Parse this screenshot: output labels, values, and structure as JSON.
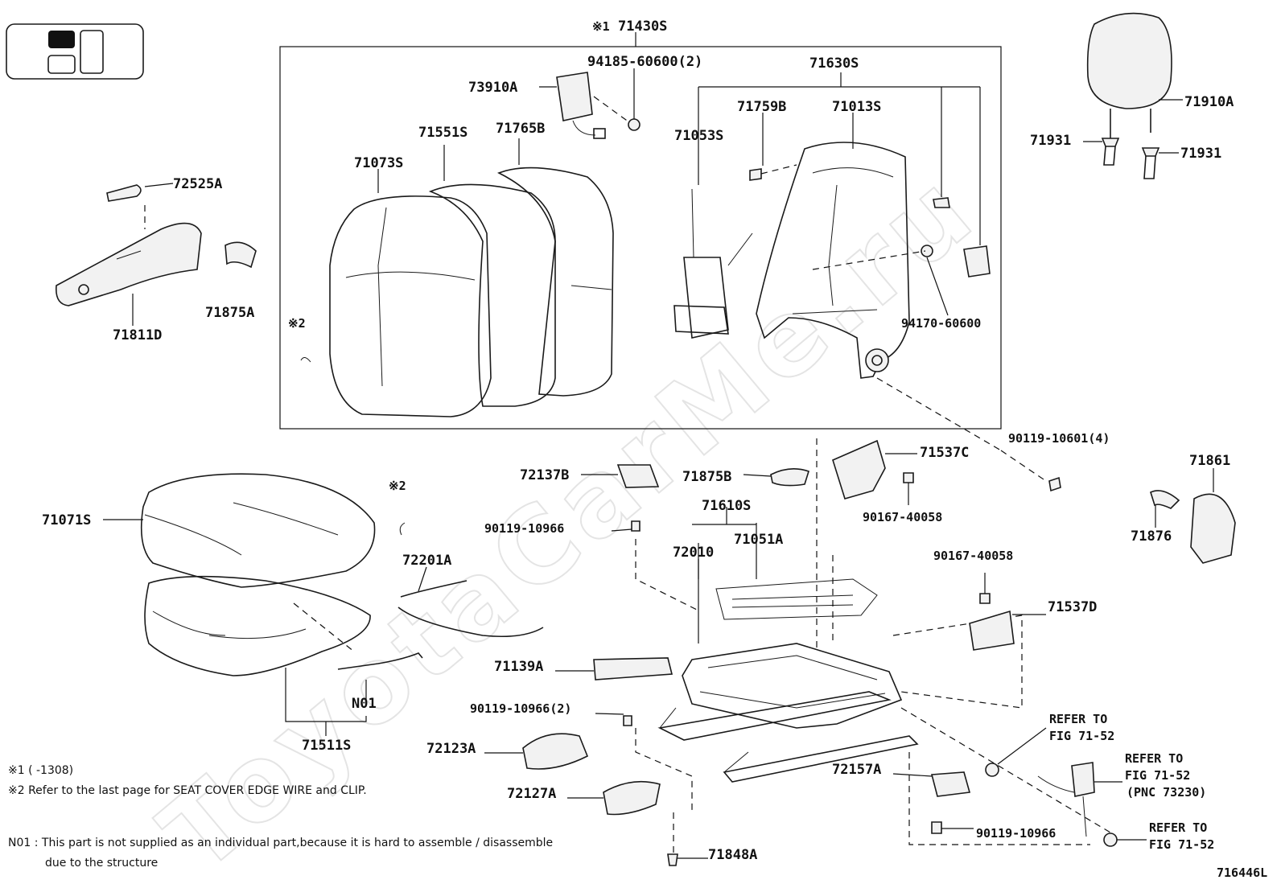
{
  "watermark": "ToyotaCarMe.ru",
  "figure_code": "716446L",
  "group_labels": {
    "backrest_assy": "71430S",
    "backrest_assy_mark": "※1",
    "frame_assy": "71630S",
    "cushion_frame_assy": "71610S",
    "cushion_assy": "71511S"
  },
  "parts": {
    "p94185": "94185-60600(2)",
    "p73910A": "73910A",
    "p71551S": "71551S",
    "p71765B": "71765B",
    "p71073S": "71073S",
    "p71759B": "71759B",
    "p71013S": "71013S",
    "p71053S": "71053S",
    "p94170": "94170-60600",
    "p72525A": "72525A",
    "p71811D": "71811D",
    "p71875A": "71875A",
    "mark2_top": "※2",
    "mark2_bottom": "※2",
    "p71910A": "71910A",
    "p71931_a": "71931",
    "p71931_b": "71931",
    "p71071S": "71071S",
    "p72201A": "72201A",
    "pN01": "N01",
    "p72137B": "72137B",
    "p90119_10966_a": "90119-10966",
    "p71875B": "71875B",
    "p71537C": "71537C",
    "p90167_a": "90167-40058",
    "p90119_10601": "90119-10601(4)",
    "p71861": "71861",
    "p71876": "71876",
    "p72010": "72010",
    "p71051A": "71051A",
    "p90167_b": "90167-40058",
    "p71537D": "71537D",
    "p71139A": "71139A",
    "p90119_10966_2": "90119-10966(2)",
    "p72123A": "72123A",
    "p72127A": "72127A",
    "p72157A": "72157A",
    "p90119_10966_b": "90119-10966",
    "p71848A": "71848A"
  },
  "refers": {
    "r1_line1": "REFER TO",
    "r1_line2": "FIG 71-52",
    "r2_line1": "REFER TO",
    "r2_line2": "FIG 71-52",
    "r2_line3": "(PNC 73230)",
    "r3_line1": "REFER TO",
    "r3_line2": "FIG 71-52"
  },
  "notes": {
    "note1": "※1 (      -1308)",
    "note2": "※2 Refer to the last page for SEAT COVER EDGE WIRE and CLIP.",
    "n01_line1": "N01 : This part is not supplied as an individual part,because it is hard to assemble / disassemble",
    "n01_line2": "due to the structure"
  }
}
